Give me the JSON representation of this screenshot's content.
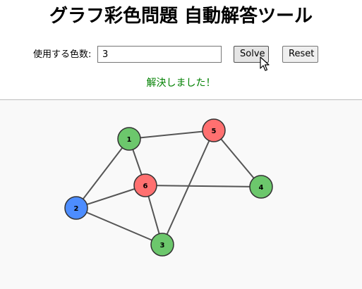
{
  "title": "グラフ彩色問題 自動解答ツール",
  "controls": {
    "color_count_label": "使用する色数:",
    "color_count_value": "3",
    "solve_label": "Solve",
    "reset_label": "Reset"
  },
  "status": {
    "message": "解決しました！",
    "color": "#008000"
  },
  "colors": {
    "green": "#6cc76c",
    "red": "#ff7070",
    "blue": "#4d8dff",
    "edge": "#555555",
    "node_border": "#333333"
  },
  "graph": {
    "nodes": [
      {
        "id": "1",
        "label": "1",
        "color": "green"
      },
      {
        "id": "2",
        "label": "2",
        "color": "blue"
      },
      {
        "id": "3",
        "label": "3",
        "color": "green"
      },
      {
        "id": "4",
        "label": "4",
        "color": "green"
      },
      {
        "id": "5",
        "label": "5",
        "color": "red"
      },
      {
        "id": "6",
        "label": "6",
        "color": "red"
      }
    ],
    "edges": [
      [
        "1",
        "5"
      ],
      [
        "1",
        "2"
      ],
      [
        "1",
        "6"
      ],
      [
        "5",
        "4"
      ],
      [
        "5",
        "3"
      ],
      [
        "6",
        "4"
      ],
      [
        "6",
        "2"
      ],
      [
        "6",
        "3"
      ],
      [
        "2",
        "3"
      ]
    ]
  }
}
